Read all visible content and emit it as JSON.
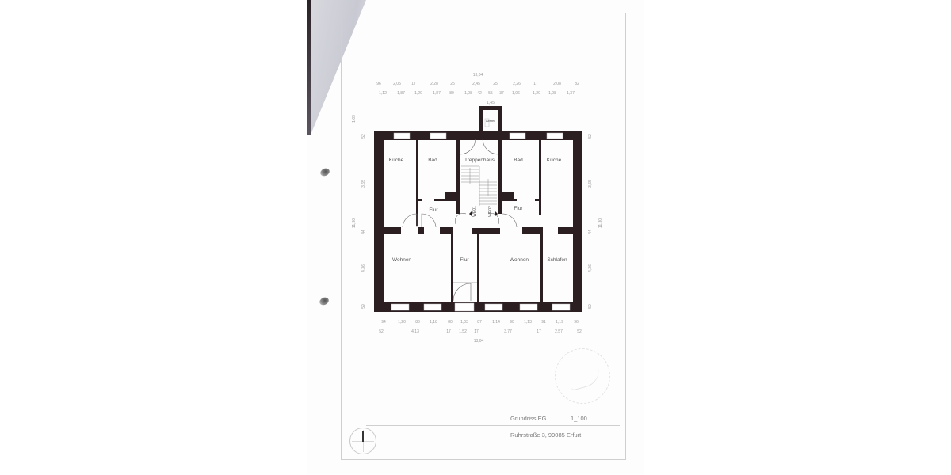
{
  "document": {
    "title": "Grundriss EG",
    "scale": "1_100",
    "address": "Ruhrstraße 3, 99085 Erfurt"
  },
  "dimensions": {
    "top_total": "13,04",
    "top_row1": [
      "96",
      "2,05",
      "17",
      "2,28",
      "25",
      "2,45",
      "25",
      "2,26",
      "17",
      "2,08",
      "82"
    ],
    "top_row2": [
      "1,12",
      "1,87",
      "1,20",
      "1,87",
      "80",
      "1,08",
      "42",
      "55",
      "37",
      "1,06",
      "1,20",
      "1,08",
      "1,37"
    ],
    "annex_width": "1,45",
    "annex_height": "1,69",
    "bottom_row1": [
      "94",
      "1,20",
      "83",
      "1,18",
      "80",
      "1,03",
      "87",
      "1,14",
      "90",
      "1,13",
      "91",
      "1,19",
      "96"
    ],
    "bottom_row2": [
      "52",
      "4,13",
      "17",
      "1,52",
      "17",
      "3,77",
      "17",
      "2,57",
      "52"
    ],
    "bottom_total": "13,04",
    "left_side": [
      "52",
      "3,65",
      "44",
      "4,36",
      "59"
    ],
    "left_total": "11,30",
    "right_side": [
      "52",
      "3,65",
      "44",
      "4,36",
      "59"
    ],
    "right_total": "11,30"
  },
  "rooms": {
    "kueche_left": "Küche",
    "bad_left": "Bad",
    "treppenhaus": "Treppenhaus",
    "annex": "Abstell",
    "bad_right": "Bad",
    "kueche_right": "Küche",
    "flur_left": "Flur",
    "we1": "WE01",
    "we2": "WE02",
    "flur_right": "Flur",
    "wohnen_left": "Wohnen",
    "flur_center": "Flur",
    "wohnen_right": "Wohnen",
    "schlafen": "Schlafen"
  },
  "colors": {
    "wall": "#2b1f22",
    "paper": "#fdfdfd",
    "frame": "#cfcfcf",
    "text": "#7a7a7a"
  }
}
